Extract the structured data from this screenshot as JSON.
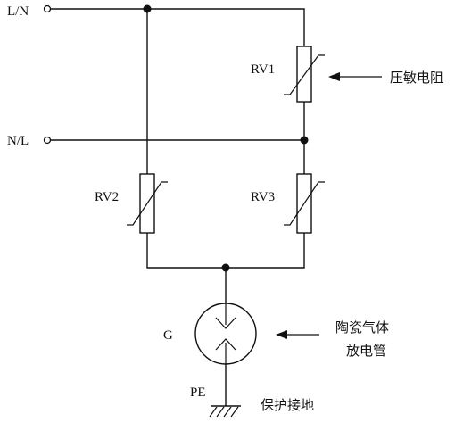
{
  "terminals": {
    "live": "L/N",
    "neutral": "N/L"
  },
  "components": {
    "rv1": "RV1",
    "rv2": "RV2",
    "rv3": "RV3",
    "gas_tube": "G",
    "ground": "PE"
  },
  "annotations": {
    "varistor": "压敏电阻",
    "gas_tube_line1": "陶瓷气体",
    "gas_tube_line2": "放电管",
    "ground": "保护接地"
  }
}
